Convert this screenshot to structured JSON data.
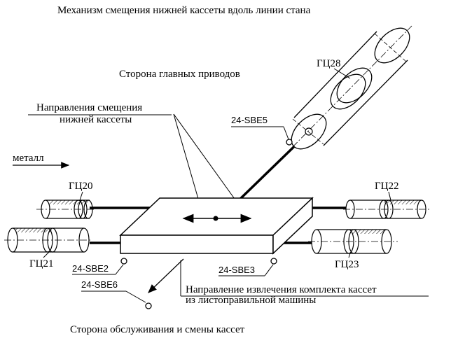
{
  "title": "Механизм смещения нижней кассеты вдоль линии стана",
  "side_main_drives": "Сторона главных приводов",
  "side_service": "Сторона обслуживания и смены кассет",
  "shift_directions": {
    "line1": "Направления смещения",
    "line2": "нижней кассеты"
  },
  "extraction_direction": {
    "line1": "Направление извлечения комплекта кассет",
    "line2": "из листоправильной машины"
  },
  "metal_label": "металл",
  "cylinders": {
    "gc28": "ГЦ28",
    "gc20": "ГЦ20",
    "gc21": "ГЦ21",
    "gc22": "ГЦ22",
    "gc23": "ГЦ23"
  },
  "sensors": {
    "sbe5": "24-SBE5",
    "sbe2": "24-SBE2",
    "sbe3": "24-SBE3",
    "sbe6": "24-SBE6"
  }
}
